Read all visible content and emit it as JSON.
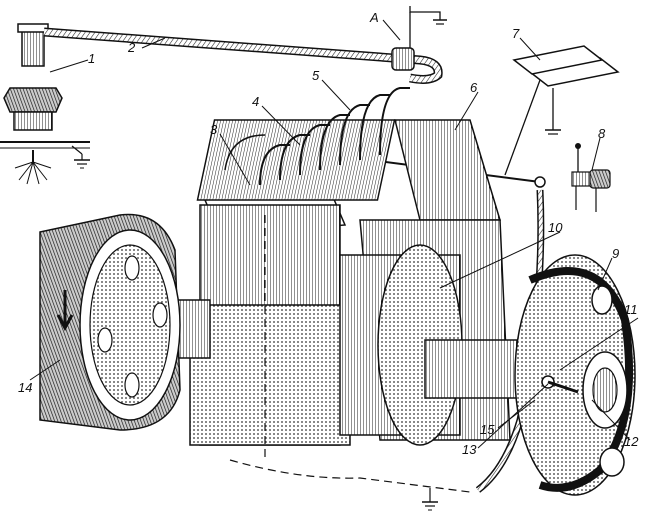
{
  "figure": {
    "callouts": [
      {
        "id": "c1",
        "label": "1"
      },
      {
        "id": "c2",
        "label": "2"
      },
      {
        "id": "cA",
        "label": "A"
      },
      {
        "id": "c3",
        "label": "3"
      },
      {
        "id": "c4",
        "label": "4"
      },
      {
        "id": "c5",
        "label": "5"
      },
      {
        "id": "c6",
        "label": "6"
      },
      {
        "id": "c7",
        "label": "7"
      },
      {
        "id": "c8",
        "label": "8"
      },
      {
        "id": "c9",
        "label": "9"
      },
      {
        "id": "c10",
        "label": "10"
      },
      {
        "id": "c11",
        "label": "11"
      },
      {
        "id": "c12",
        "label": "12"
      },
      {
        "id": "c13",
        "label": "13"
      },
      {
        "id": "c14",
        "label": "14"
      },
      {
        "id": "c15",
        "label": "15"
      }
    ]
  }
}
